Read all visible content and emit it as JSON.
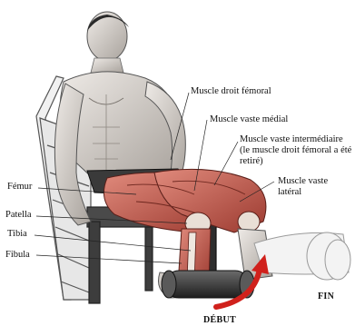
{
  "labels": {
    "rectus_femoris": "Muscle droit fémoral",
    "vastus_medialis": "Muscle vaste médial",
    "vastus_intermedius": "Muscle vaste intermédiaire (le muscle droit fémoral a été retiré)",
    "vastus_lateralis": "Muscle vaste latéral",
    "femur": "Fémur",
    "patella": "Patella",
    "tibia": "Tibia",
    "fibula": "Fibula",
    "start": "DÉBUT",
    "end": "FIN"
  },
  "colors": {
    "muscle": "#c85c4e",
    "skin": "#d9d4cf",
    "machine": "#3a3a3a",
    "arrow": "#d0211c"
  }
}
